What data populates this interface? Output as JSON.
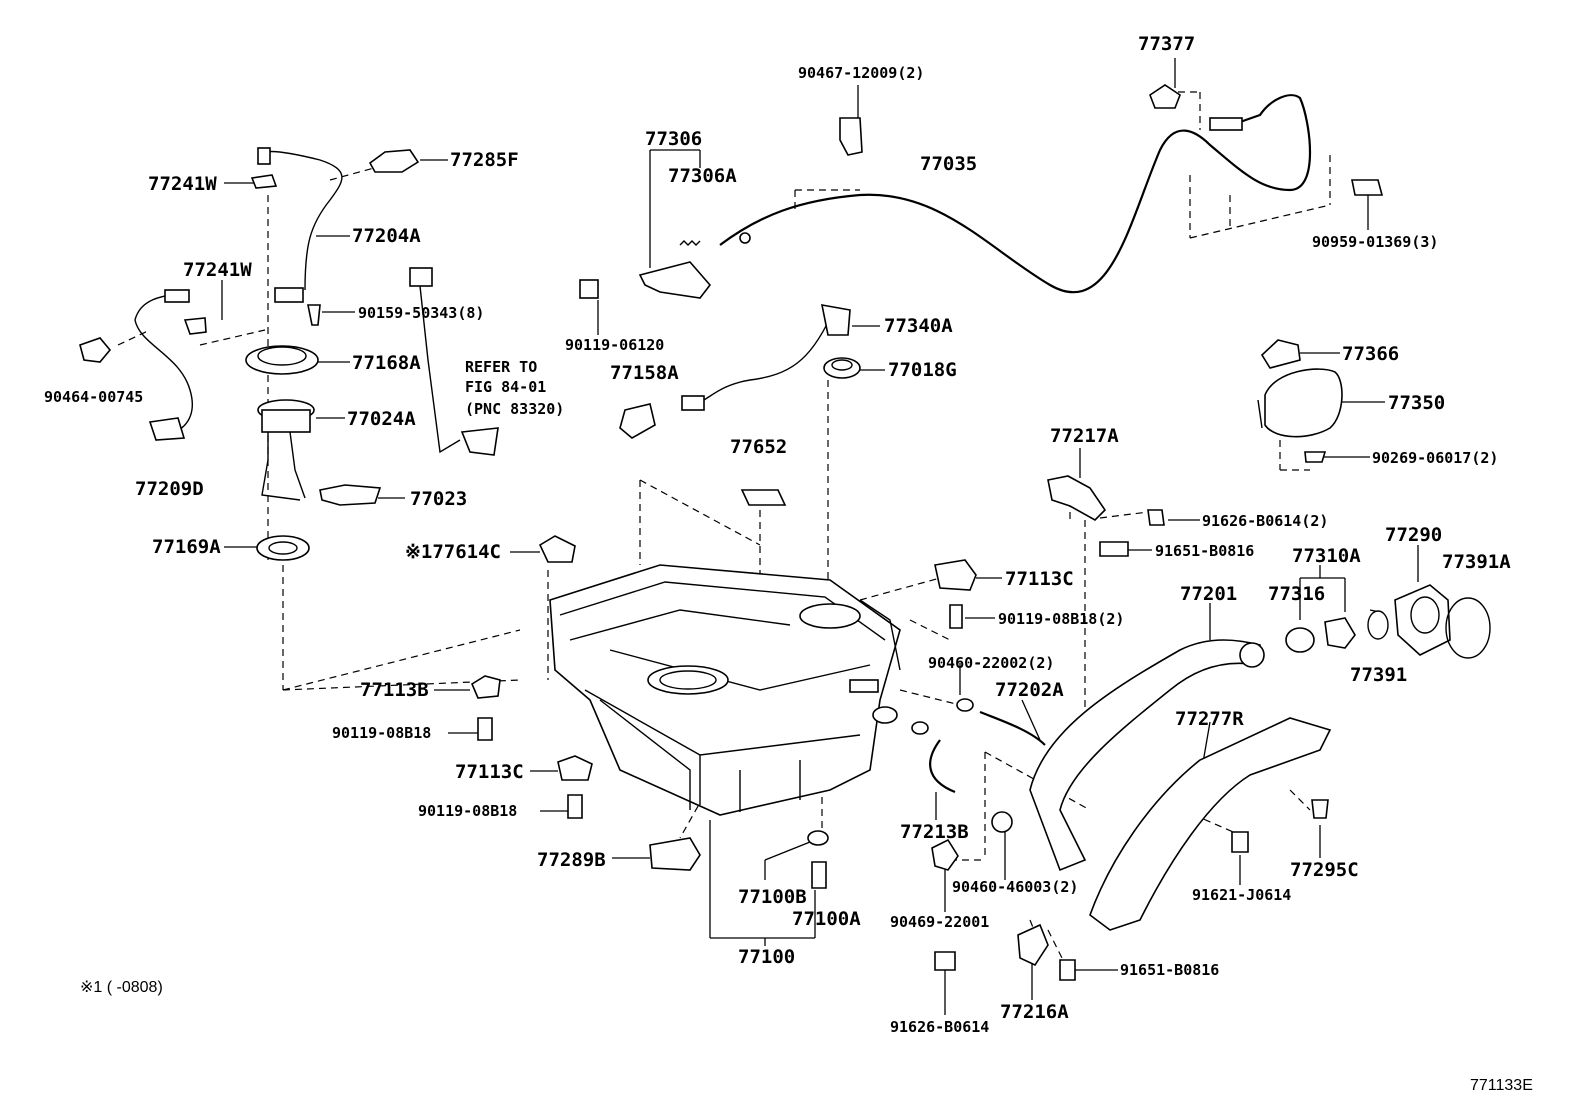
{
  "diagram": {
    "labels": [
      "77377",
      "90467-12009(2)",
      "77306",
      "77306A",
      "77035",
      "77285F",
      "77241W",
      "77204A",
      "77241W",
      "90159-50343(8)",
      "90119-06120",
      "77340A",
      "90959-01369(3)",
      "77168A",
      "REFER TO",
      "FIG 84-01",
      "(PNC 83320)",
      "90464-00745",
      "77158A",
      "77018G",
      "77024A",
      "77366",
      "77350",
      "77209D",
      "77652",
      "77023",
      "77217A",
      "90269-06017(2)",
      "77169A",
      "※177614C",
      "91626-B0614(2)",
      "91651-B0816",
      "77290",
      "77310A",
      "77391A",
      "77113C",
      "77201",
      "77316",
      "90119-08B18(2)",
      "90460-22002(2)",
      "77391",
      "77113B",
      "77202A",
      "77277R",
      "90119-08B18",
      "77113C",
      "90119-08B18",
      "77213B",
      "77289B",
      "77295C",
      "91621-J0614",
      "77100B",
      "90460-46003(2)",
      "77100A",
      "90469-22001",
      "77100",
      "91651-B0816",
      "77216A",
      "91626-B0614"
    ],
    "footnote": "※1 (     -0808)",
    "figure_code": "771133E"
  }
}
